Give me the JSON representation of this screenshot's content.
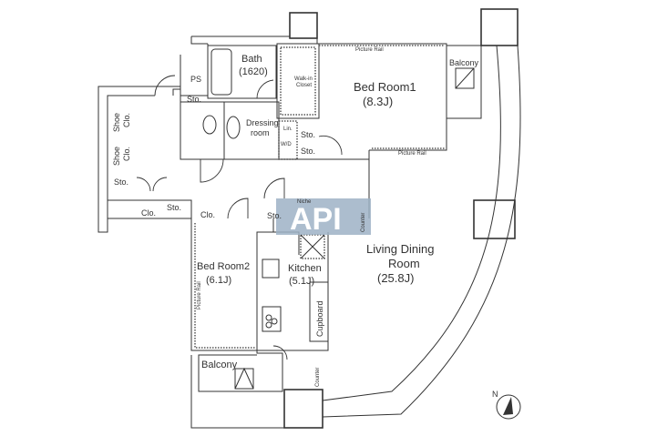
{
  "watermark": "API",
  "rooms": {
    "bath": {
      "name": "Bath",
      "size": "(1620)"
    },
    "ps": "PS",
    "walk_in_closet": [
      "Walk-in",
      "Closet"
    ],
    "bedroom1": {
      "name": "Bed Room1",
      "size": "(8.3J)"
    },
    "balcony_right": "Balcony",
    "shoe_closet_1": [
      "Shoe",
      "Clo."
    ],
    "shoe_closet_2": [
      "Shoe",
      "Clo."
    ],
    "dressing": [
      "Dressing",
      "room"
    ],
    "linen": "Lin.",
    "washer_dryer": "W/D",
    "living": {
      "name": [
        "Living Dining",
        "Room"
      ],
      "size": "(25.8J)"
    },
    "kitchen": {
      "name": "Kitchen",
      "size": "(5.1J)"
    },
    "bedroom2": {
      "name": "Bed Room2",
      "size": "(6.1J)"
    },
    "cupboard": "Cupboard",
    "balcony_bottom": "Balcony",
    "niche": "Niche",
    "counter": "Counter",
    "storage": "Sto.",
    "closet": "Clo.",
    "picture_rail": "Picture Rail"
  },
  "compass": "N",
  "colors": {
    "watermark_bg": "#9db1c6"
  }
}
